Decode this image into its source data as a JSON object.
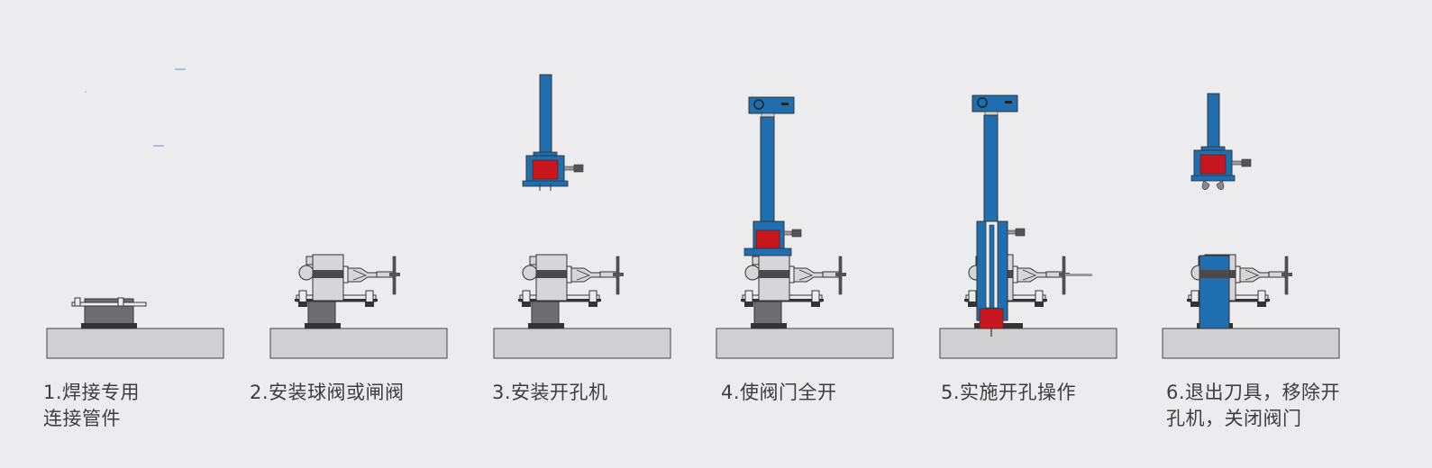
{
  "steps": [
    {
      "id": 1,
      "caption": "1.焊接专用\n 连接管件"
    },
    {
      "id": 2,
      "caption": "2.安装球阀或闸阀"
    },
    {
      "id": 3,
      "caption": "3.安装开孔机"
    },
    {
      "id": 4,
      "caption": "4.使阀门全开"
    },
    {
      "id": 5,
      "caption": "5.实施开孔操作"
    },
    {
      "id": 6,
      "caption": "6.退出刀具，移除开\n孔机，关闭阀门"
    }
  ],
  "colors": {
    "background": "#ececee",
    "pipe": "#d0d0d2",
    "outline": "#444444",
    "fitting": "#6e6e70",
    "valve_body": "#d6d6d8",
    "valve_band": "#4a4a4a",
    "machine_blue": "#1f6fb0",
    "cutter_red": "#c8161e",
    "caption_text": "#3d3d3d"
  },
  "icons": [
    "pipe-section",
    "welded-fitting",
    "gate-valve",
    "hole-cutting-machine",
    "cutter-head"
  ]
}
